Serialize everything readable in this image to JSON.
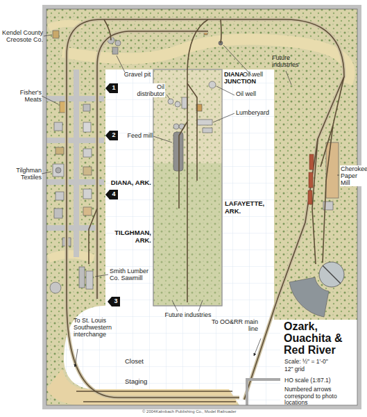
{
  "diagram": {
    "title": "Ozark, Ouachita & Red River",
    "labels": [
      "Kendel County Creosote Co.",
      "Fisher's Meats",
      "Tilghman Textiles",
      "Gravel pit",
      "Oil distributor",
      "Feed mill",
      "DIANA JUNCTION",
      "Oil well",
      "Oil well",
      "Lumberyard",
      "Future industries",
      "1",
      "2",
      "4",
      "DIANA, ARK.",
      "LAFAYETTE, ARK.",
      "Cherokee Paper Mill",
      "TILGHMAN, ARK.",
      "Smith Lumber Co. Sawmill",
      "3",
      "Future industries",
      "To OO&RR main line",
      "To St. Louis Southwestern interchange",
      "Closet",
      "Staging",
      "Scale: ½\" = 1'-0\"",
      "12\" grid",
      "HO scale (1:87.1)",
      "Numbered arrows correspond to photo locations",
      "© 2004Kalmbach Publishing Co., Model Railroader"
    ]
  }
}
